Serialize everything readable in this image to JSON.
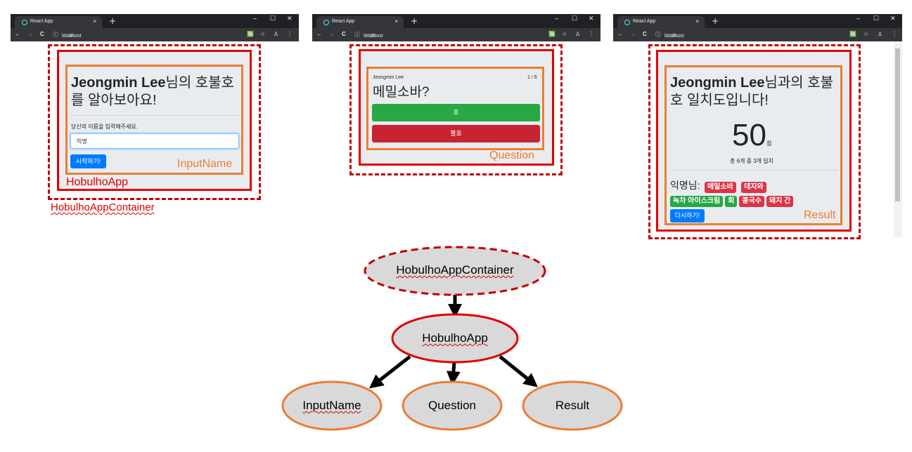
{
  "browser": {
    "tab_title": "React App",
    "tab_close": "×",
    "new_tab": "+",
    "win_min": "–",
    "win_max": "☐",
    "win_close": "✕",
    "nav_back": "←",
    "nav_forward": "→",
    "nav_reload": "C",
    "info_icon": "ⓘ",
    "url_host": "localhost",
    "url_port": ":3000"
  },
  "screen1": {
    "title_name": "Jeongmin Lee",
    "title_rest": "님의 호불호를 알아보아요!",
    "prompt": "당신의 이름을 입력해주세요.",
    "input_value": "익명",
    "start_button": "시작하기!",
    "label_component": "InputName",
    "label_app": "HobulhoApp",
    "label_container": "HobulhoAppContainer"
  },
  "screen2": {
    "user": "Jeongmin Lee",
    "progress": "1 / 6",
    "question": "메밀소바?",
    "like_button": "호",
    "dislike_button": "불호",
    "label_component": "Question"
  },
  "screen3": {
    "title_name": "Jeongmin Lee",
    "title_rest": "님과의 호불호 일치도입니다!",
    "score": "50",
    "score_unit": "점",
    "score_detail": "총 6개 중 3개 일치",
    "other_user": "익명님:",
    "badges": [
      {
        "text": "메밀소바",
        "color": "#dc3545"
      },
      {
        "text": "데자와",
        "color": "#dc3545"
      },
      {
        "text": "녹차 아이스크림",
        "color": "#28a745"
      },
      {
        "text": "회",
        "color": "#28a745"
      },
      {
        "text": "콩국수",
        "color": "#dc3545"
      },
      {
        "text": "돼지 간",
        "color": "#dc3545"
      }
    ],
    "retry_button": "다시하기!",
    "label_component": "Result"
  },
  "tree": {
    "root": "HobulhoAppContainer",
    "app": "HobulhoApp",
    "children": [
      "InputName",
      "Question",
      "Result"
    ]
  },
  "colors": {
    "container_red": "#c00000",
    "app_red": "#e00000",
    "component_orange": "#ed7d31",
    "node_fill": "#d9d9d9",
    "primary": "#007bff",
    "success": "#28a745",
    "danger": "#dc3545"
  }
}
